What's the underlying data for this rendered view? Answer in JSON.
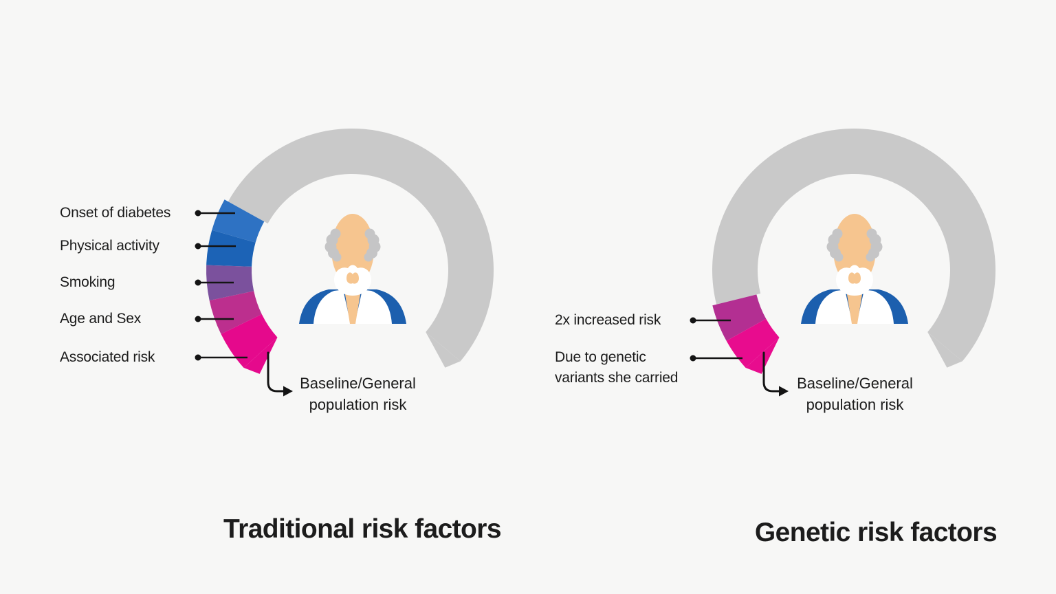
{
  "palette": {
    "background": "#F7F7F6",
    "ring_gray": "#C9C9C9",
    "connector": "#141414",
    "text": "#1B1B1B",
    "person_skin": "#F6C58F",
    "person_hair": "#C5C5C6",
    "person_shirt": "#FFFFFF",
    "person_jacket": "#1C5FAE"
  },
  "chart_data": [
    {
      "type": "gauge",
      "title": "Traditional risk factors",
      "ring_color": "#C9C9C9",
      "gray_arc_deg": [
        299,
        490
      ],
      "gray_pointed_tip": true,
      "segments": [
        {
          "label": "Onset of diabetes",
          "color": "#2E72C3",
          "start_deg": 286,
          "end_deg": 299
        },
        {
          "label": "Physical activity",
          "color": "#1C63B6",
          "start_deg": 272,
          "end_deg": 286
        },
        {
          "label": "Smoking",
          "color": "#7B519D",
          "start_deg": 258,
          "end_deg": 272
        },
        {
          "label": "Age and Sex",
          "color": "#BC2F8E",
          "start_deg": 244,
          "end_deg": 258
        },
        {
          "label": "Associated risk",
          "color": "#E5098C",
          "start_deg": 228,
          "end_deg": 244,
          "pointed_tip": true
        }
      ],
      "baseline_label": "Baseline/General population risk"
    },
    {
      "type": "gauge",
      "title": "Genetic risk factors",
      "ring_color": "#C9C9C9",
      "gray_arc_deg": [
        256,
        490
      ],
      "gray_pointed_tip": true,
      "segments": [
        {
          "label": "2x increased risk",
          "color": "#B32F92",
          "start_deg": 241,
          "end_deg": 256
        },
        {
          "label": "Due to genetic variants she carried",
          "color": "#E80C8E",
          "start_deg": 228,
          "end_deg": 241,
          "pointed_tip": true
        }
      ],
      "baseline_label": "Baseline/General population risk"
    }
  ]
}
